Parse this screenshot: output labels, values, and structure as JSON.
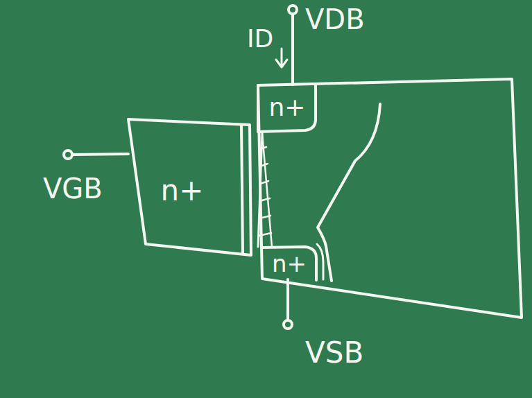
{
  "diagram": {
    "nodes": [
      {
        "text": [
          "n+"
        ]
      },
      {
        "text": [
          "n+"
        ]
      },
      {
        "text": [
          "n+"
        ]
      }
    ],
    "labels": [
      "ID",
      "VDB",
      "VGB",
      "VSB"
    ]
  }
}
